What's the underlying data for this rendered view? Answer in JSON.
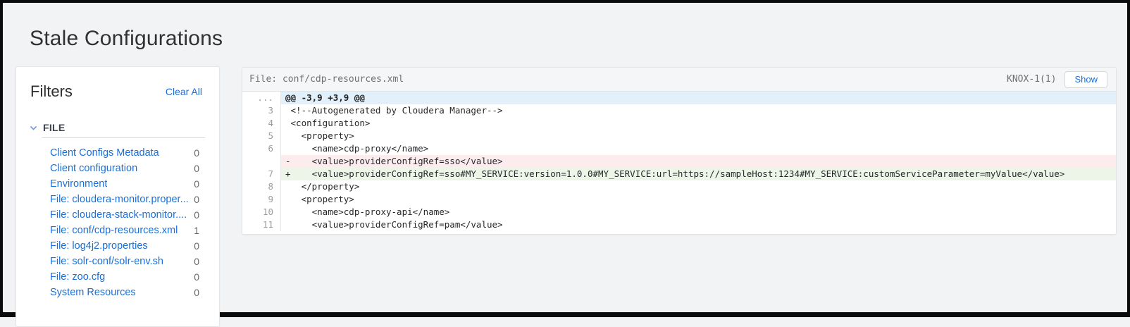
{
  "page": {
    "title": "Stale Configurations"
  },
  "colors": {
    "page_bg": "#f2f3f5",
    "link_blue": "#1a6fd8",
    "chevron_blue": "#6598dd",
    "hunk_bg": "#e1f0fa",
    "removed_bg": "#fdeced",
    "added_bg": "#ecf5e7"
  },
  "filters": {
    "title": "Filters",
    "clear_all_label": "Clear All",
    "groups": [
      {
        "label": "FILE",
        "chevron_icon": "chevron-down",
        "items": [
          {
            "label": "Client Configs Metadata",
            "count": "0"
          },
          {
            "label": "Client configuration",
            "count": "0"
          },
          {
            "label": "Environment",
            "count": "0"
          },
          {
            "label": "File: cloudera-monitor.proper...",
            "count": "0"
          },
          {
            "label": "File: cloudera-stack-monitor....",
            "count": "0"
          },
          {
            "label": "File: conf/cdp-resources.xml",
            "count": "1"
          },
          {
            "label": "File: log4j2.properties",
            "count": "0"
          },
          {
            "label": "File: solr-conf/solr-env.sh",
            "count": "0"
          },
          {
            "label": "File: zoo.cfg",
            "count": "0"
          },
          {
            "label": "System Resources",
            "count": "0"
          }
        ]
      }
    ]
  },
  "diff": {
    "file_label": "File: conf/cdp-resources.xml",
    "role_label": "KNOX-1(1)",
    "show_button_label": "Show",
    "rows": [
      {
        "gutter": "...",
        "type": "hunk",
        "text": "@@ -3,9 +3,9 @@"
      },
      {
        "gutter": "3",
        "type": "context",
        "text": " <!--Autogenerated by Cloudera Manager-->"
      },
      {
        "gutter": "4",
        "type": "context",
        "text": " <configuration>"
      },
      {
        "gutter": "5",
        "type": "context",
        "text": "   <property>"
      },
      {
        "gutter": "6",
        "type": "context",
        "text": "     <name>cdp-proxy</name>"
      },
      {
        "gutter": "",
        "type": "removed",
        "text": "-    <value>providerConfigRef=sso</value>"
      },
      {
        "gutter": "7",
        "type": "added",
        "text": "+    <value>providerConfigRef=sso#MY_SERVICE:version=1.0.0#MY_SERVICE:url=https://sampleHost:1234#MY_SERVICE:customServiceParameter=myValue</value>"
      },
      {
        "gutter": "8",
        "type": "context",
        "text": "   </property>"
      },
      {
        "gutter": "9",
        "type": "context",
        "text": "   <property>"
      },
      {
        "gutter": "10",
        "type": "context",
        "text": "     <name>cdp-proxy-api</name>"
      },
      {
        "gutter": "11",
        "type": "context",
        "text": "     <value>providerConfigRef=pam</value>"
      }
    ]
  }
}
